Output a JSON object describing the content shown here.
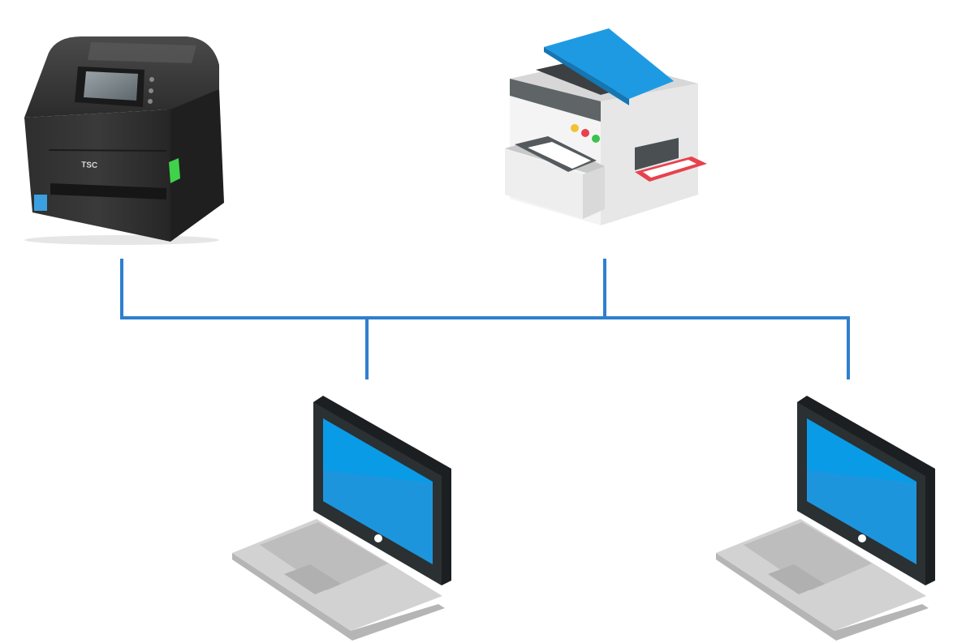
{
  "diagram": {
    "nodes": [
      {
        "id": "label-printer",
        "icon": "label-printer-icon",
        "brand": "TSC"
      },
      {
        "id": "office-printer",
        "icon": "printer-icon"
      },
      {
        "id": "laptop-left",
        "icon": "laptop-icon"
      },
      {
        "id": "laptop-right",
        "icon": "laptop-icon"
      }
    ],
    "connections": [
      [
        "label-printer",
        "network-bus"
      ],
      [
        "office-printer",
        "network-bus"
      ],
      [
        "network-bus",
        "laptop-left"
      ],
      [
        "network-bus",
        "laptop-right"
      ]
    ],
    "colors": {
      "connector": "#2f7fcf",
      "printer_lid": "#1e9ae3",
      "laptop_screen": "#0a9be6",
      "laptop_bezel": "#2b3033",
      "laptop_base": "#c7c7c7",
      "label_printer_body": "#2a2a2a",
      "label_printer_accent": "#3fd24a"
    }
  }
}
